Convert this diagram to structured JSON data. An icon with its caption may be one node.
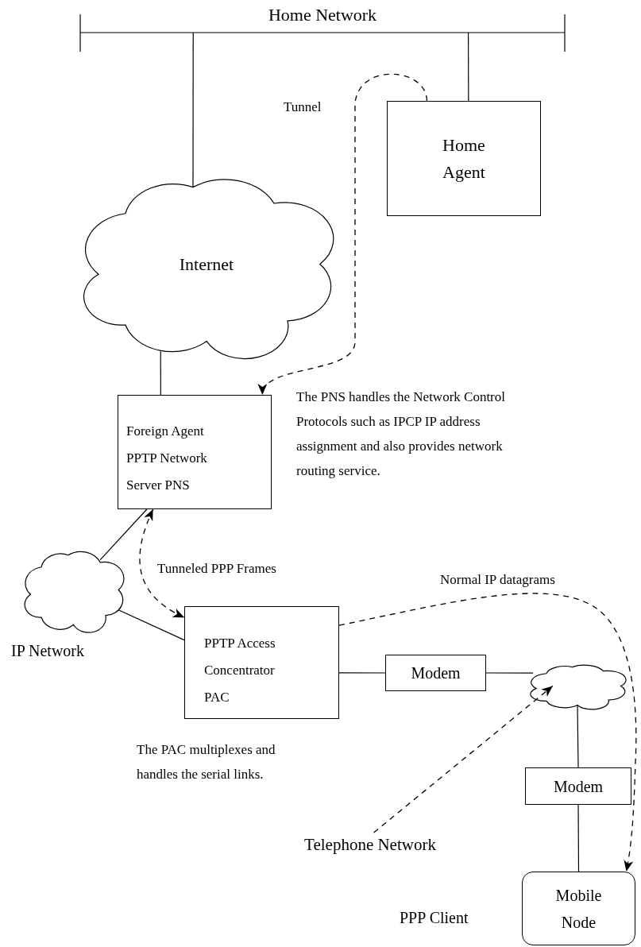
{
  "diagram": {
    "nodes": [
      {
        "text": [
          "Home Network"
        ]
      },
      {
        "text": [
          "Home Agent"
        ]
      },
      {
        "text": [
          "Internet"
        ]
      },
      {
        "text": [
          "Foreign Agent PPTP Network Server PNS"
        ]
      },
      {
        "text": [],
        "shape": "cloud",
        "beside": [
          "IP Network"
        ]
      },
      {
        "text": [
          "PPTP Access Concentrator PAC"
        ]
      },
      {
        "text": [
          "Modem"
        ]
      },
      {
        "text": [],
        "shape": "cloud"
      },
      {
        "text": [
          "Telephone Network"
        ]
      },
      {
        "text": [
          "Modem"
        ]
      },
      {
        "text": [
          "Mobile Node"
        ],
        "beside": [
          "PPP Client"
        ]
      }
    ],
    "edges": [
      {
        "from": 0,
        "to": 1,
        "arrow": "none"
      },
      {
        "from": 0,
        "to": 2,
        "arrow": "none"
      },
      {
        "from": 2,
        "to": 3,
        "arrow": "none"
      },
      {
        "from": 3,
        "to": 4,
        "arrow": "none"
      },
      {
        "from": 4,
        "to": 5,
        "arrow": "none"
      },
      {
        "from": 5,
        "to": 6,
        "arrow": "none"
      },
      {
        "from": 6,
        "to": 7,
        "arrow": "none"
      },
      {
        "from": 7,
        "to": 9,
        "arrow": "none"
      },
      {
        "from": 9,
        "to": 10,
        "arrow": "none"
      },
      {
        "from": 1,
        "to": 3,
        "arrow": "to",
        "style": "dashed",
        "label": "Tunnel"
      },
      {
        "from": 3,
        "to": 5,
        "arrow": "both",
        "style": "dashed",
        "label": "Tunneled PPP Frames"
      },
      {
        "from": 5,
        "to": 10,
        "arrow": "to",
        "style": "dashed",
        "label": "Normal IP datagrams"
      },
      {
        "from": 8,
        "to": 7,
        "arrow": "to",
        "style": "dashed"
      }
    ],
    "labels": [
      "The PNS handles the Network Control Protocols such as IPCP IP address assignment and also provides network routing service.",
      "The PAC multiplexes and handles the serial links."
    ]
  }
}
